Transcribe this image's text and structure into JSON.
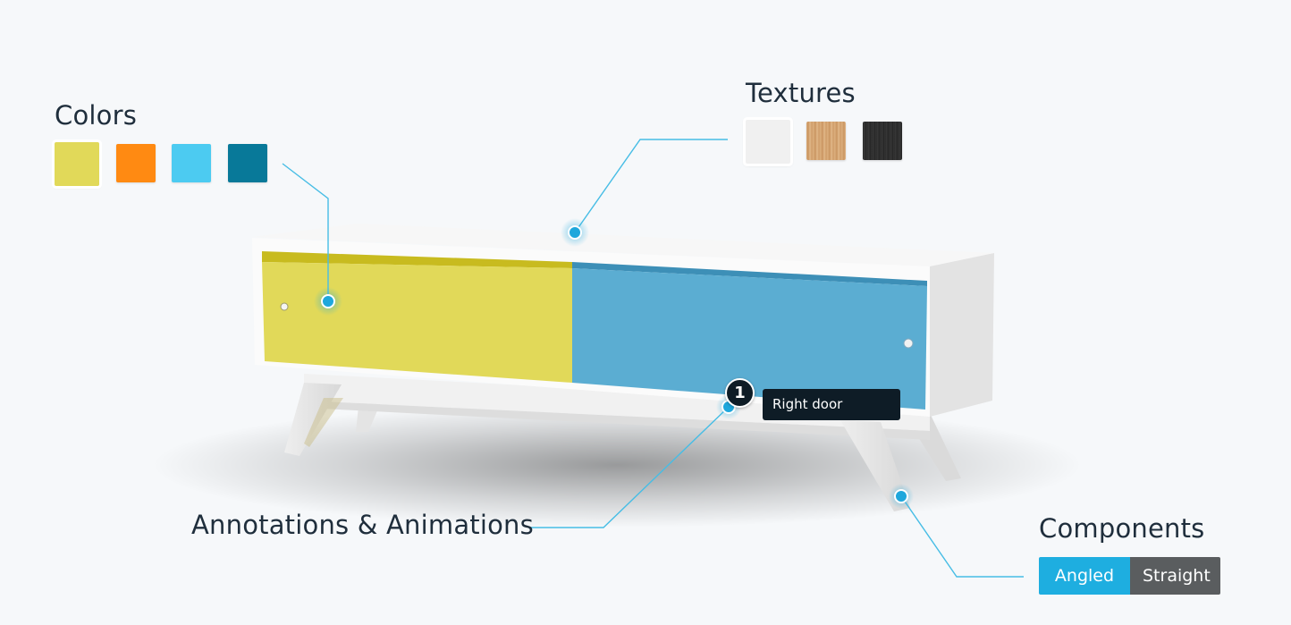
{
  "colors": {
    "title": "Colors",
    "swatches": [
      {
        "name": "yellow",
        "hex": "#e1d959",
        "selected": true
      },
      {
        "name": "orange",
        "hex": "#ff8a12",
        "selected": false
      },
      {
        "name": "light-blue",
        "hex": "#4ccbf1",
        "selected": false
      },
      {
        "name": "dark-blue",
        "hex": "#087999",
        "selected": false
      }
    ]
  },
  "textures": {
    "title": "Textures",
    "items": [
      {
        "name": "white",
        "selected": true
      },
      {
        "name": "wood",
        "selected": false
      },
      {
        "name": "dark",
        "selected": false
      }
    ]
  },
  "annotations": {
    "title": "Annotations & Animations",
    "badge": "1",
    "tooltip": "Right door"
  },
  "components": {
    "title": "Components",
    "options": [
      {
        "label": "Angled",
        "active": true
      },
      {
        "label": "Straight",
        "active": false
      }
    ]
  },
  "theme": {
    "accent": "#1eaee0",
    "hotspot": "#1ea7dc",
    "door_left": "#e1d959",
    "door_right": "#5badd2"
  }
}
